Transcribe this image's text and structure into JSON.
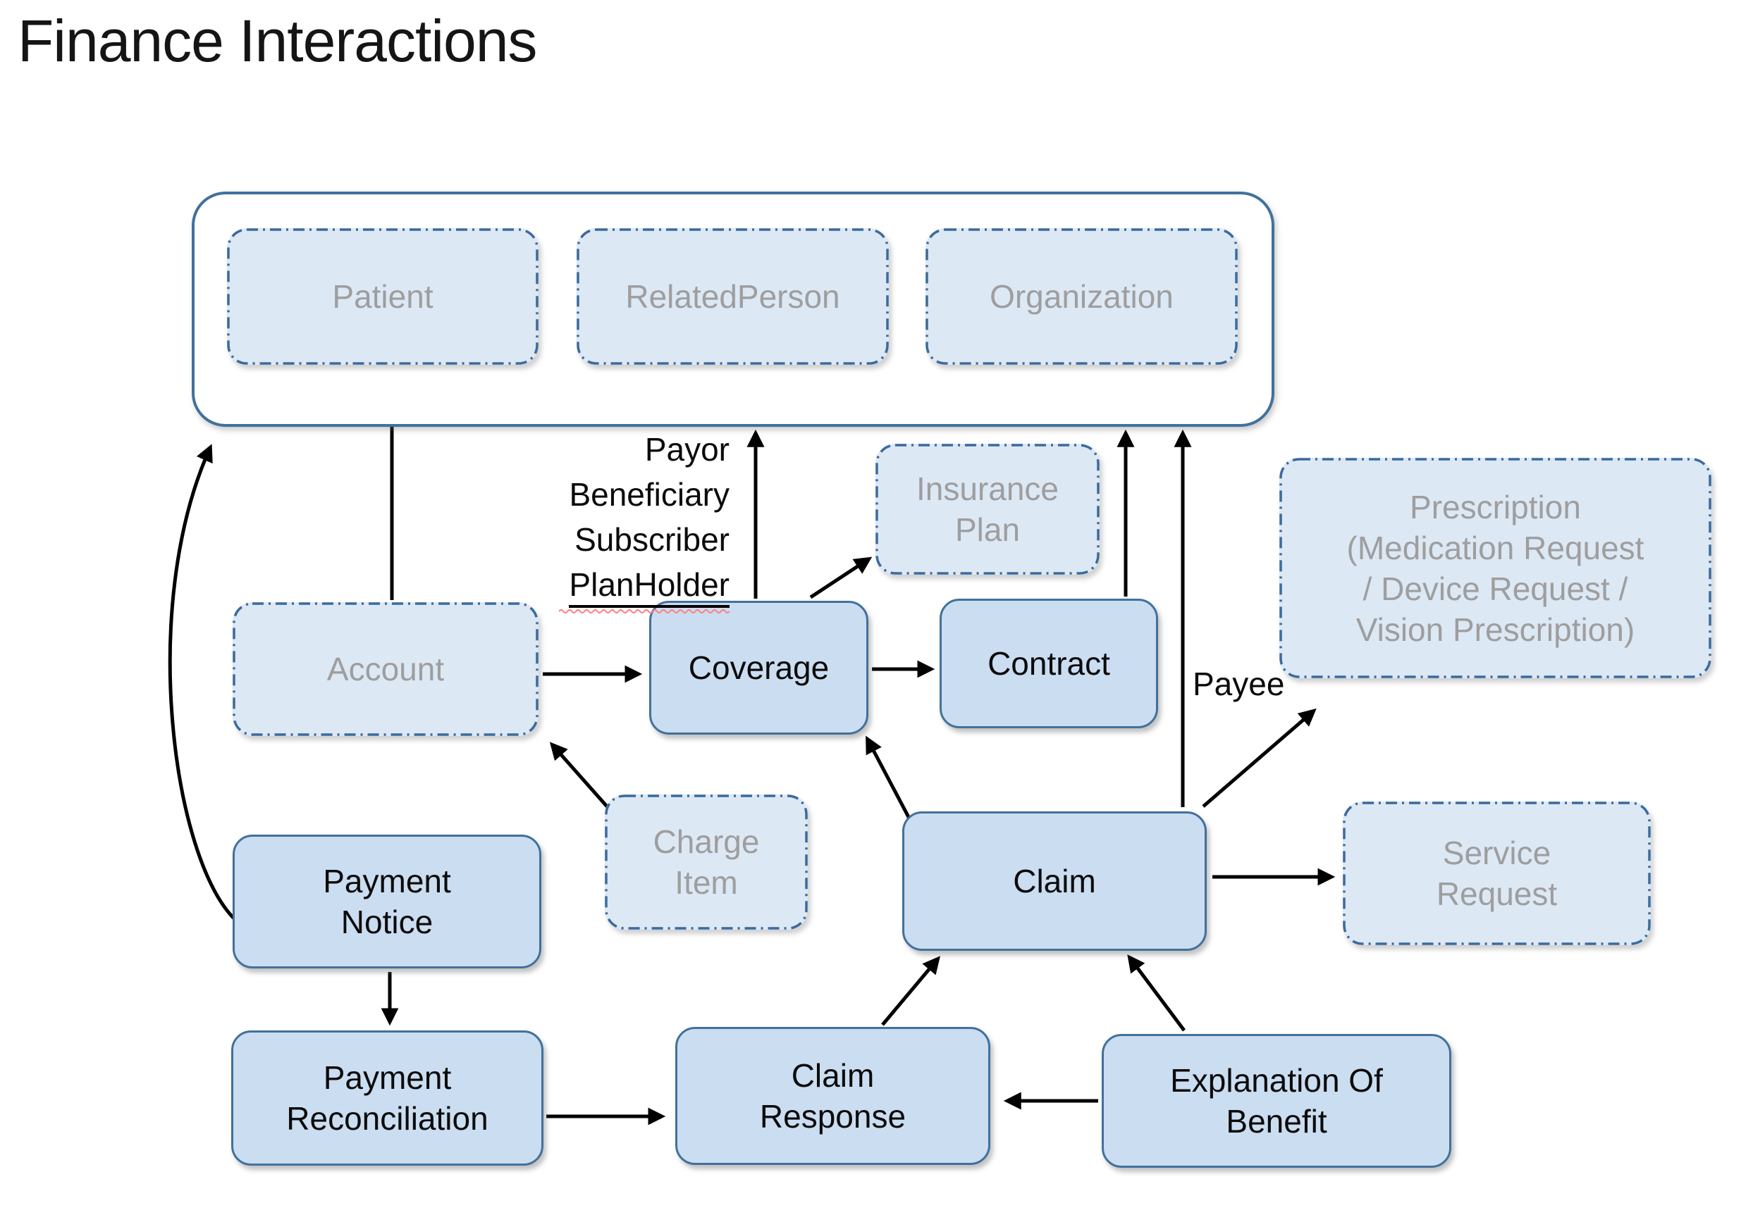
{
  "title": "Finance Interactions",
  "colors": {
    "solid_node_fill": "#cbddf1",
    "solid_node_border": "#41719c",
    "dashed_node_fill": "#dde8f5",
    "dashed_node_border": "#3a6b9d",
    "container_border": "#41719c",
    "gray_text": "#9e9e9e",
    "black_text": "#0b0b0b",
    "arrow": "#000000",
    "spellcheck_squiggle": "#ff8080"
  },
  "nodes": {
    "patient": {
      "label": "Patient",
      "style": "dashed"
    },
    "related_person": {
      "label": "RelatedPerson",
      "style": "dashed"
    },
    "organization": {
      "label": "Organization",
      "style": "dashed"
    },
    "insurance_plan": {
      "label": "Insurance\nPlan",
      "style": "dashed"
    },
    "prescription": {
      "label": "Prescription\n(Medication Request\n/ Device Request /\nVision Prescription)",
      "style": "dashed"
    },
    "account": {
      "label": "Account",
      "style": "dashed"
    },
    "coverage": {
      "label": "Coverage",
      "style": "solid"
    },
    "contract": {
      "label": "Contract",
      "style": "solid"
    },
    "payment_notice": {
      "label": "Payment\nNotice",
      "style": "solid"
    },
    "charge_item": {
      "label": "Charge\nItem",
      "style": "dashed"
    },
    "claim": {
      "label": "Claim",
      "style": "solid"
    },
    "service_request": {
      "label": "Service\nRequest",
      "style": "dashed"
    },
    "payment_reconciliation": {
      "label": "Payment\nReconciliation",
      "style": "solid"
    },
    "claim_response": {
      "label": "Claim\nResponse",
      "style": "solid"
    },
    "explanation_of_benefit": {
      "label": "Explanation Of\nBenefit",
      "style": "solid"
    }
  },
  "annotations": {
    "coverage_roles_lines": "Payor\nBeneficiary\nSubscriber",
    "coverage_role_planholder": "PlanHolder",
    "payee_label": "Payee"
  },
  "edges": [
    {
      "from": "account",
      "to": "patient"
    },
    {
      "from": "payment-notice",
      "to": "parties-container",
      "shape": "curved"
    },
    {
      "from": "account",
      "to": "coverage"
    },
    {
      "from": "coverage",
      "to": "parties-container",
      "label": "Payor Beneficiary Subscriber PlanHolder"
    },
    {
      "from": "coverage",
      "to": "insurance-plan"
    },
    {
      "from": "coverage",
      "to": "contract"
    },
    {
      "from": "contract",
      "to": "parties-container"
    },
    {
      "from": "claim",
      "to": "parties-container"
    },
    {
      "from": "claim",
      "to": "prescription",
      "label": "Payee"
    },
    {
      "from": "claim",
      "to": "service-request"
    },
    {
      "from": "charge-item",
      "to": "account"
    },
    {
      "from": "claim",
      "to": "coverage"
    },
    {
      "from": "payment-notice",
      "to": "payment-reconciliation"
    },
    {
      "from": "payment-reconciliation",
      "to": "claim-response"
    },
    {
      "from": "explanation-of-benefit",
      "to": "claim-response"
    },
    {
      "from": "claim-response",
      "to": "claim"
    },
    {
      "from": "explanation-of-benefit",
      "to": "claim"
    }
  ]
}
